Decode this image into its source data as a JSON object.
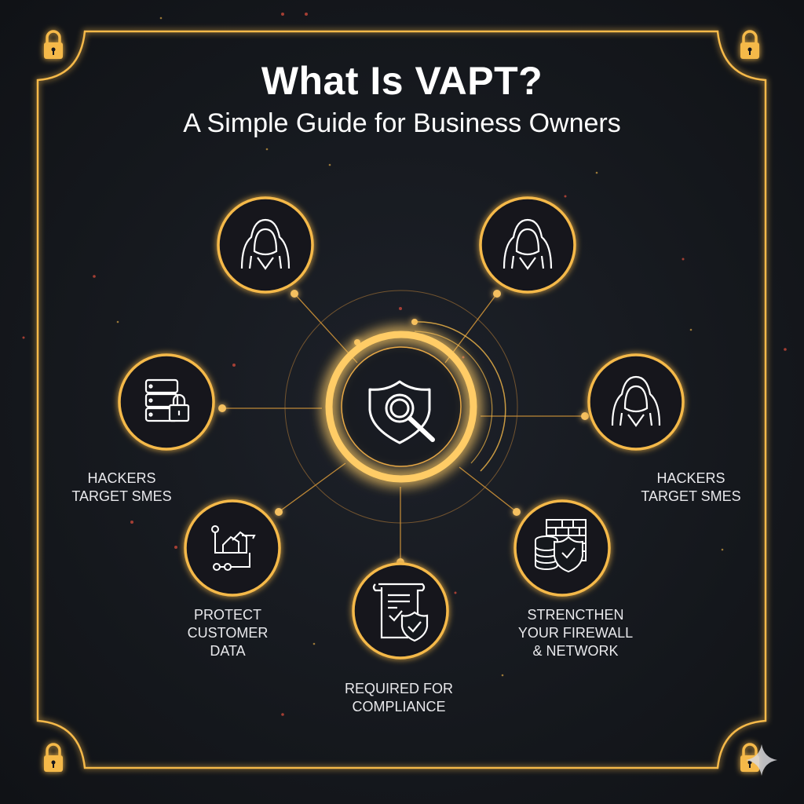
{
  "header": {
    "title": "What Is VAPT?",
    "subtitle": "A Simple Guide for Business Owners"
  },
  "colors": {
    "accent": "#f5b94a",
    "background": "#15181d",
    "text": "#ffffff",
    "dot_red": "#c8483a"
  },
  "center": {
    "icon": "shield-magnifier-icon"
  },
  "nodes": [
    {
      "icon": "hooded-hacker-icon",
      "label": ""
    },
    {
      "icon": "hooded-hacker-icon",
      "label": ""
    },
    {
      "icon": "database-lock-icon",
      "label": "HACKERS\nTARGET SMES"
    },
    {
      "icon": "hooded-hacker-icon",
      "label": "HACKERS\nTARGET SMES"
    },
    {
      "icon": "data-network-icon",
      "label": "PROTECT\nCUSTOMER\nDATA"
    },
    {
      "icon": "compliance-document-icon",
      "label": "REQUIRED FOR\nCOMPLIANCE"
    },
    {
      "icon": "firewall-database-shield-icon",
      "label": "STRENCTHEN\nYOUR FIREWALL\n& NETWORK"
    }
  ],
  "labels": {
    "left": [
      "HACKERS",
      "TARGET SMES"
    ],
    "right": [
      "HACKERS",
      "TARGET SMES"
    ],
    "protect": [
      "PROTECT",
      "CUSTOMER",
      "DATA"
    ],
    "compliance": [
      "REQUIRED FOR",
      "COMPLIANCE"
    ],
    "firewall": [
      "STRENCTHEN",
      "YOUR FIREWALL",
      "& NETWORK"
    ]
  }
}
